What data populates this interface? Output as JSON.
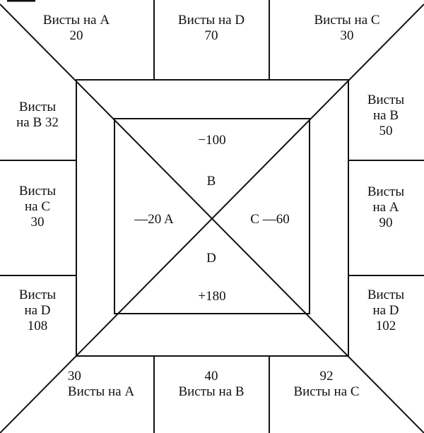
{
  "cells": {
    "top_a": [
      "Висты  на  A",
      "20"
    ],
    "top_d": [
      "Висты  на  D",
      "70"
    ],
    "top_c": [
      "Висты  на  C",
      "30"
    ],
    "left_b": [
      "Висты",
      "на  B  32"
    ],
    "left_c": [
      "Висты",
      "на  C",
      "30"
    ],
    "left_d": [
      "Висты",
      "на  D",
      "108"
    ],
    "right_b": [
      "Висты",
      "на  B",
      "50"
    ],
    "right_a": [
      "Висты",
      "на  A",
      "90"
    ],
    "right_d": [
      "Висты",
      "на  D",
      "102"
    ],
    "bottom_a": [
      "30",
      "Висты  на  A"
    ],
    "bottom_b": [
      "40",
      "Висты  на  B"
    ],
    "bottom_c": [
      "92",
      "Висты  на  C"
    ]
  },
  "center": {
    "top_score": "−100",
    "top_player": "B",
    "left_score": "—20  A",
    "right_score": "C  —60",
    "bottom_player": "D",
    "bottom_score": "+180"
  }
}
